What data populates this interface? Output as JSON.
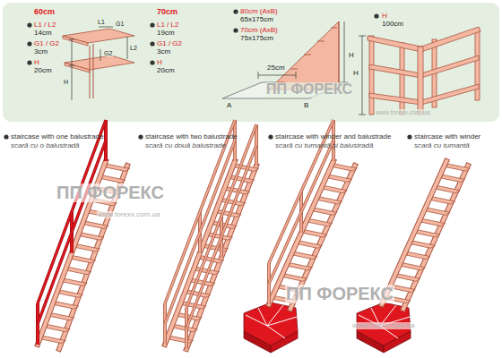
{
  "diagram": {
    "labels": [
      "60cm",
      "L1 / L2",
      "14cm",
      "G1 / G2",
      "3cm",
      "H",
      "20cm",
      "L1",
      "G1",
      "L2",
      "H",
      "G2",
      "70cm",
      "L1 / L2",
      "19cm",
      "G1 / G2",
      "3cm",
      "H",
      "20cm",
      "80cm (AxB)",
      "65x175cm",
      "70cm (AxB)",
      "75x175cm",
      "25cm",
      "A",
      "B",
      "H",
      "H",
      "100cm",
      "H",
      "ПП ФОРЕКС",
      "www.forexx.com.ua",
      "staircase with one balustrade",
      "scară cu o balustradă",
      "staircase with two balustrade",
      "scară cu două balustrade",
      "staircase with winder and balustrade",
      "scară cu turnantă şi balustradă",
      "staircase with winder",
      "scară cu turnantă",
      "ПП ФОРЕКС",
      "ПП ФОРЕКС",
      "www.forexx.com.ua",
      "www.forexx.com.ua"
    ]
  }
}
